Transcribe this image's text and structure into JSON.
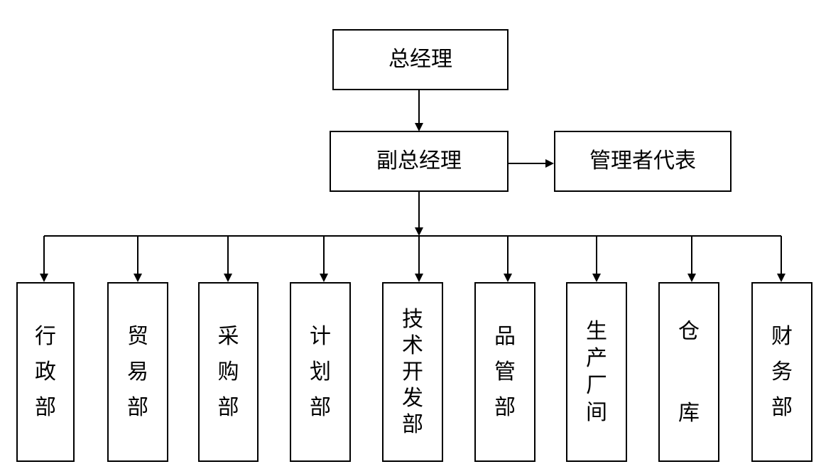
{
  "diagram": {
    "general_manager": "总经理",
    "deputy_general_manager": "副总经理",
    "management_representative": "管理者代表",
    "departments": [
      {
        "id": "admin",
        "label": "行\n政\n部"
      },
      {
        "id": "trade",
        "label": "贸\n易\n部"
      },
      {
        "id": "purchasing",
        "label": "采\n购\n部"
      },
      {
        "id": "planning",
        "label": "计\n划\n部"
      },
      {
        "id": "tech-dev",
        "label": "技\n术\n开\n发\n部"
      },
      {
        "id": "quality",
        "label": "品\n管\n部"
      },
      {
        "id": "production",
        "label": "生\n产\n厂\n间"
      },
      {
        "id": "warehouse",
        "label": "仓\n库"
      },
      {
        "id": "finance",
        "label": "财\n务\n部"
      }
    ]
  }
}
